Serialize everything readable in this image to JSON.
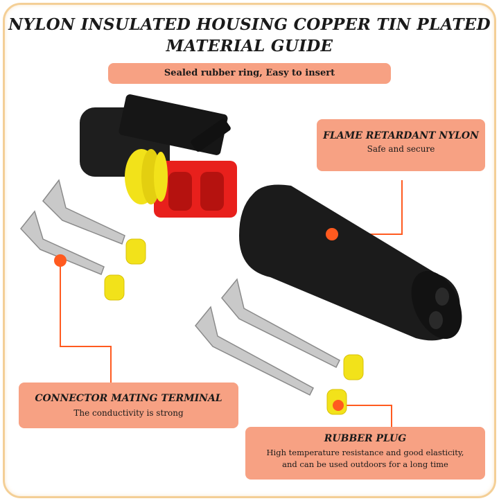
{
  "title": {
    "line1": "NYLON INSULATED HOUSING COPPER TIN PLATED",
    "line2": "MATERIAL GUIDE"
  },
  "subtitle": "Sealed rubber ring, Easy to insert",
  "callouts": {
    "flame": {
      "heading": "FLAME RETARDANT NYLON",
      "text": "Safe and secure"
    },
    "terminal": {
      "heading": "CONNECTOR MATING TERMINAL",
      "text": "The conductivity is strong"
    },
    "plug": {
      "heading": "RUBBER PLUG",
      "text_line1": "High temperature resistance and good elasticity,",
      "text_line2": "and can be used outdoors for a long time"
    }
  },
  "colors": {
    "accent": "#f7a183",
    "marker": "#ff5a1f",
    "frame": "#f4cf96",
    "seal_yellow": "#f2e21a",
    "housing_black": "#1b1b1b",
    "latch_red": "#e8201c"
  }
}
